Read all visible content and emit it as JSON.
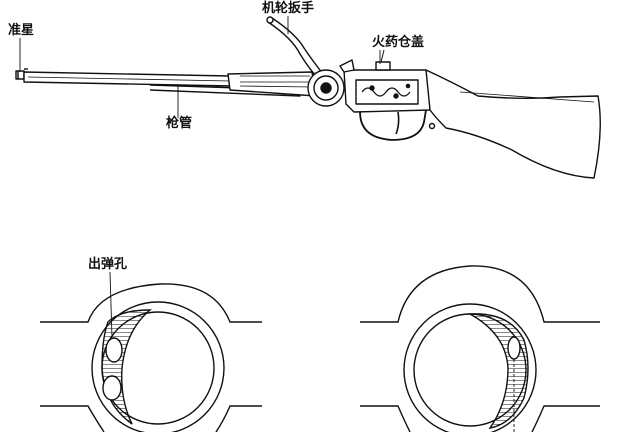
{
  "labels": {
    "front_sight": "准星",
    "wheel_lever": "机轮扳手",
    "powder_cover": "火药仓盖",
    "barrel": "枪管",
    "ejection_port": "出弹孔"
  },
  "colors": {
    "ink": "#111111",
    "background": "#ffffff"
  }
}
